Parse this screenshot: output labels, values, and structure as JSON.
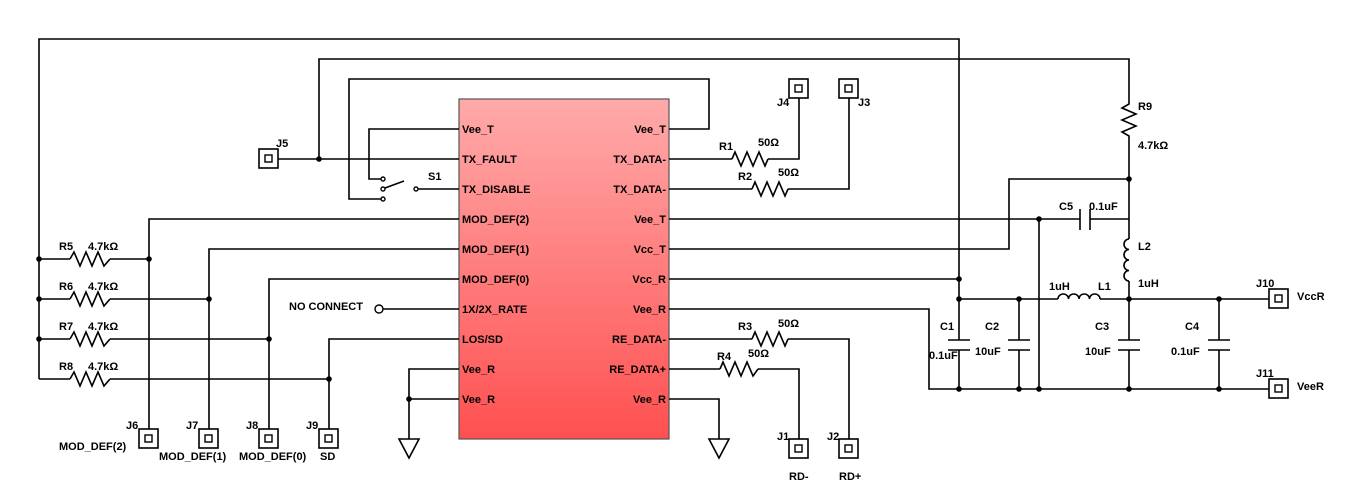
{
  "ic": {
    "left_pins": [
      "Vee_T",
      "TX_FAULT",
      "TX_DISABLE",
      "MOD_DEF(2)",
      "MOD_DEF(1)",
      "MOD_DEF(0)",
      "1X/2X_RATE",
      "LOS/SD",
      "Vee_R",
      "Vee_R"
    ],
    "right_pins": [
      "Vee_T",
      "TX_DATA-",
      "TX_DATA-",
      "Vee_T",
      "Vcc_T",
      "Vcc_R",
      "Vee_R",
      "RE_DATA-",
      "RE_DATA+",
      "Vee_R"
    ],
    "fill_top": "#ffaaaa",
    "fill_bottom": "#ff5050"
  },
  "no_connect": "NO CONNECT",
  "switch": {
    "ref": "S1"
  },
  "resistors": {
    "r1": {
      "ref": "R1",
      "value": "50Ω"
    },
    "r2": {
      "ref": "R2",
      "value": "50Ω"
    },
    "r3": {
      "ref": "R3",
      "value": "50Ω"
    },
    "r4": {
      "ref": "R4",
      "value": "50Ω"
    },
    "r5": {
      "ref": "R5",
      "value": "4.7kΩ"
    },
    "r6": {
      "ref": "R6",
      "value": "4.7kΩ"
    },
    "r7": {
      "ref": "R7",
      "value": "4.7kΩ"
    },
    "r8": {
      "ref": "R8",
      "value": "4.7kΩ"
    },
    "r9": {
      "ref": "R9",
      "value": "4.7kΩ"
    }
  },
  "capacitors": {
    "c1": {
      "ref": "C1",
      "value": "0.1uF"
    },
    "c2": {
      "ref": "C2",
      "value": "10uF"
    },
    "c3": {
      "ref": "C3",
      "value": "10uF"
    },
    "c4": {
      "ref": "C4",
      "value": "0.1uF"
    },
    "c5": {
      "ref": "C5",
      "value": "0.1uF"
    }
  },
  "inductors": {
    "l1": {
      "ref": "L1",
      "value": "1uH"
    },
    "l2": {
      "ref": "L2",
      "value": "1uH"
    }
  },
  "connectors": {
    "j1": {
      "ref": "J1",
      "label": "RD-"
    },
    "j2": {
      "ref": "J2",
      "label": "RD+"
    },
    "j3": {
      "ref": "J3",
      "label": ""
    },
    "j4": {
      "ref": "J4",
      "label": ""
    },
    "j5": {
      "ref": "J5",
      "label": ""
    },
    "j6": {
      "ref": "J6",
      "label": "MOD_DEF(2)"
    },
    "j7": {
      "ref": "J7",
      "label": "MOD_DEF(1)"
    },
    "j8": {
      "ref": "J8",
      "label": "MOD_DEF(0)"
    },
    "j9": {
      "ref": "J9",
      "label": "SD"
    },
    "j10": {
      "ref": "J10",
      "label": "VccR"
    },
    "j11": {
      "ref": "J11",
      "label": "VeeR"
    }
  }
}
